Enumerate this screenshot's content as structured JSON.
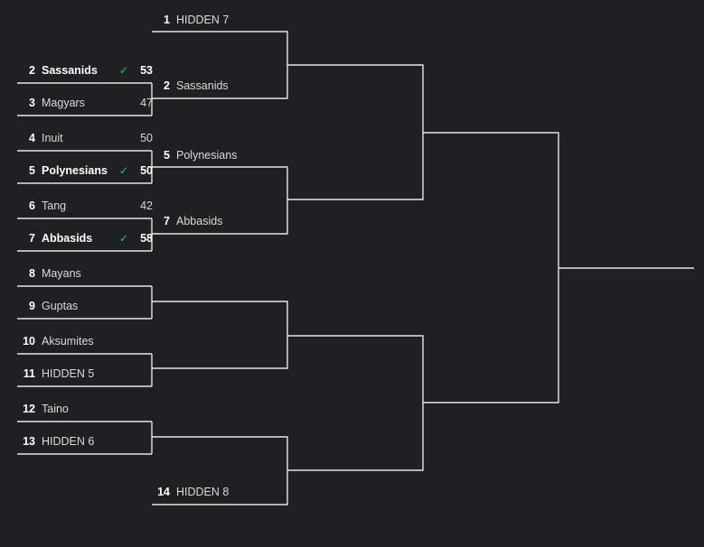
{
  "round1": [
    {
      "seed": "2",
      "name": "Sassanids",
      "score": "53",
      "winner": true
    },
    {
      "seed": "3",
      "name": "Magyars",
      "score": "47",
      "winner": false
    },
    {
      "seed": "4",
      "name": "Inuit",
      "score": "50",
      "winner": false
    },
    {
      "seed": "5",
      "name": "Polynesians",
      "score": "50",
      "winner": true
    },
    {
      "seed": "6",
      "name": "Tang",
      "score": "42",
      "winner": false
    },
    {
      "seed": "7",
      "name": "Abbasids",
      "score": "58",
      "winner": true
    },
    {
      "seed": "8",
      "name": "Mayans",
      "score": "",
      "winner": false
    },
    {
      "seed": "9",
      "name": "Guptas",
      "score": "",
      "winner": false
    },
    {
      "seed": "10",
      "name": "Aksumites",
      "score": "",
      "winner": false
    },
    {
      "seed": "11",
      "name": "HIDDEN 5",
      "score": "",
      "winner": false
    },
    {
      "seed": "12",
      "name": "Taino",
      "score": "",
      "winner": false
    },
    {
      "seed": "13",
      "name": "HIDDEN 6",
      "score": "",
      "winner": false
    }
  ],
  "round2": [
    {
      "seed": "1",
      "name": "HIDDEN 7"
    },
    {
      "seed": "2",
      "name": "Sassanids"
    },
    {
      "seed": "5",
      "name": "Polynesians"
    },
    {
      "seed": "7",
      "name": "Abbasids"
    },
    {
      "seed": "14",
      "name": "HIDDEN 8"
    }
  ],
  "icons": {
    "check": "check-icon"
  },
  "colors": {
    "background": "#1f2024",
    "line": "#e6e6e6",
    "check": "#27c36a"
  }
}
